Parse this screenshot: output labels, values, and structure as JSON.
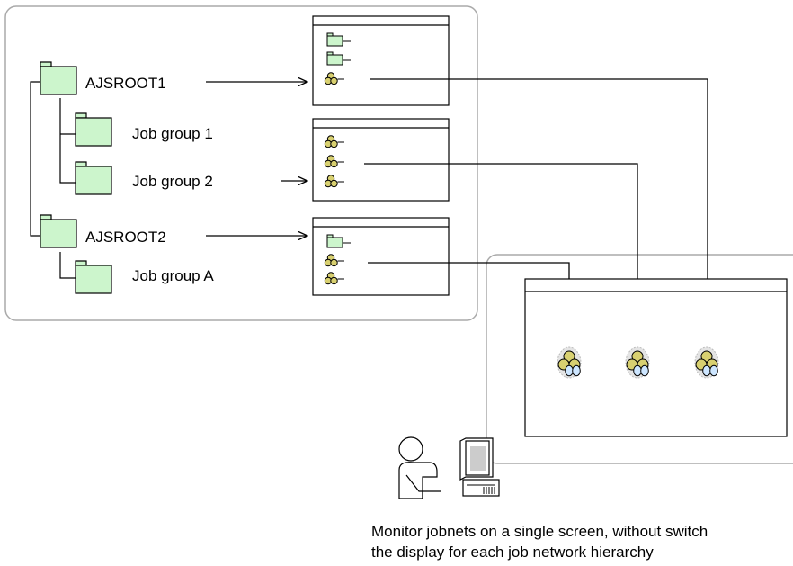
{
  "tree": {
    "root1": {
      "label": "AJSROOT1",
      "children": [
        "Job group 1",
        "Job group 2"
      ]
    },
    "root2": {
      "label": "AJSROOT2",
      "children": [
        "Job group A"
      ]
    }
  },
  "caption": {
    "line1": "Monitor jobnets on a single screen, without switch",
    "line2": "the display for each job network hierarchy"
  },
  "colors": {
    "folder_fill": "#ccf5cc",
    "jobnet_fill": "#d8d070",
    "job_fill": "#cde6ff",
    "panel_border": "#aaaaaa"
  },
  "icons": [
    "folder-icon",
    "jobnet-icon",
    "job-icon",
    "operator-icon",
    "computer-icon"
  ]
}
